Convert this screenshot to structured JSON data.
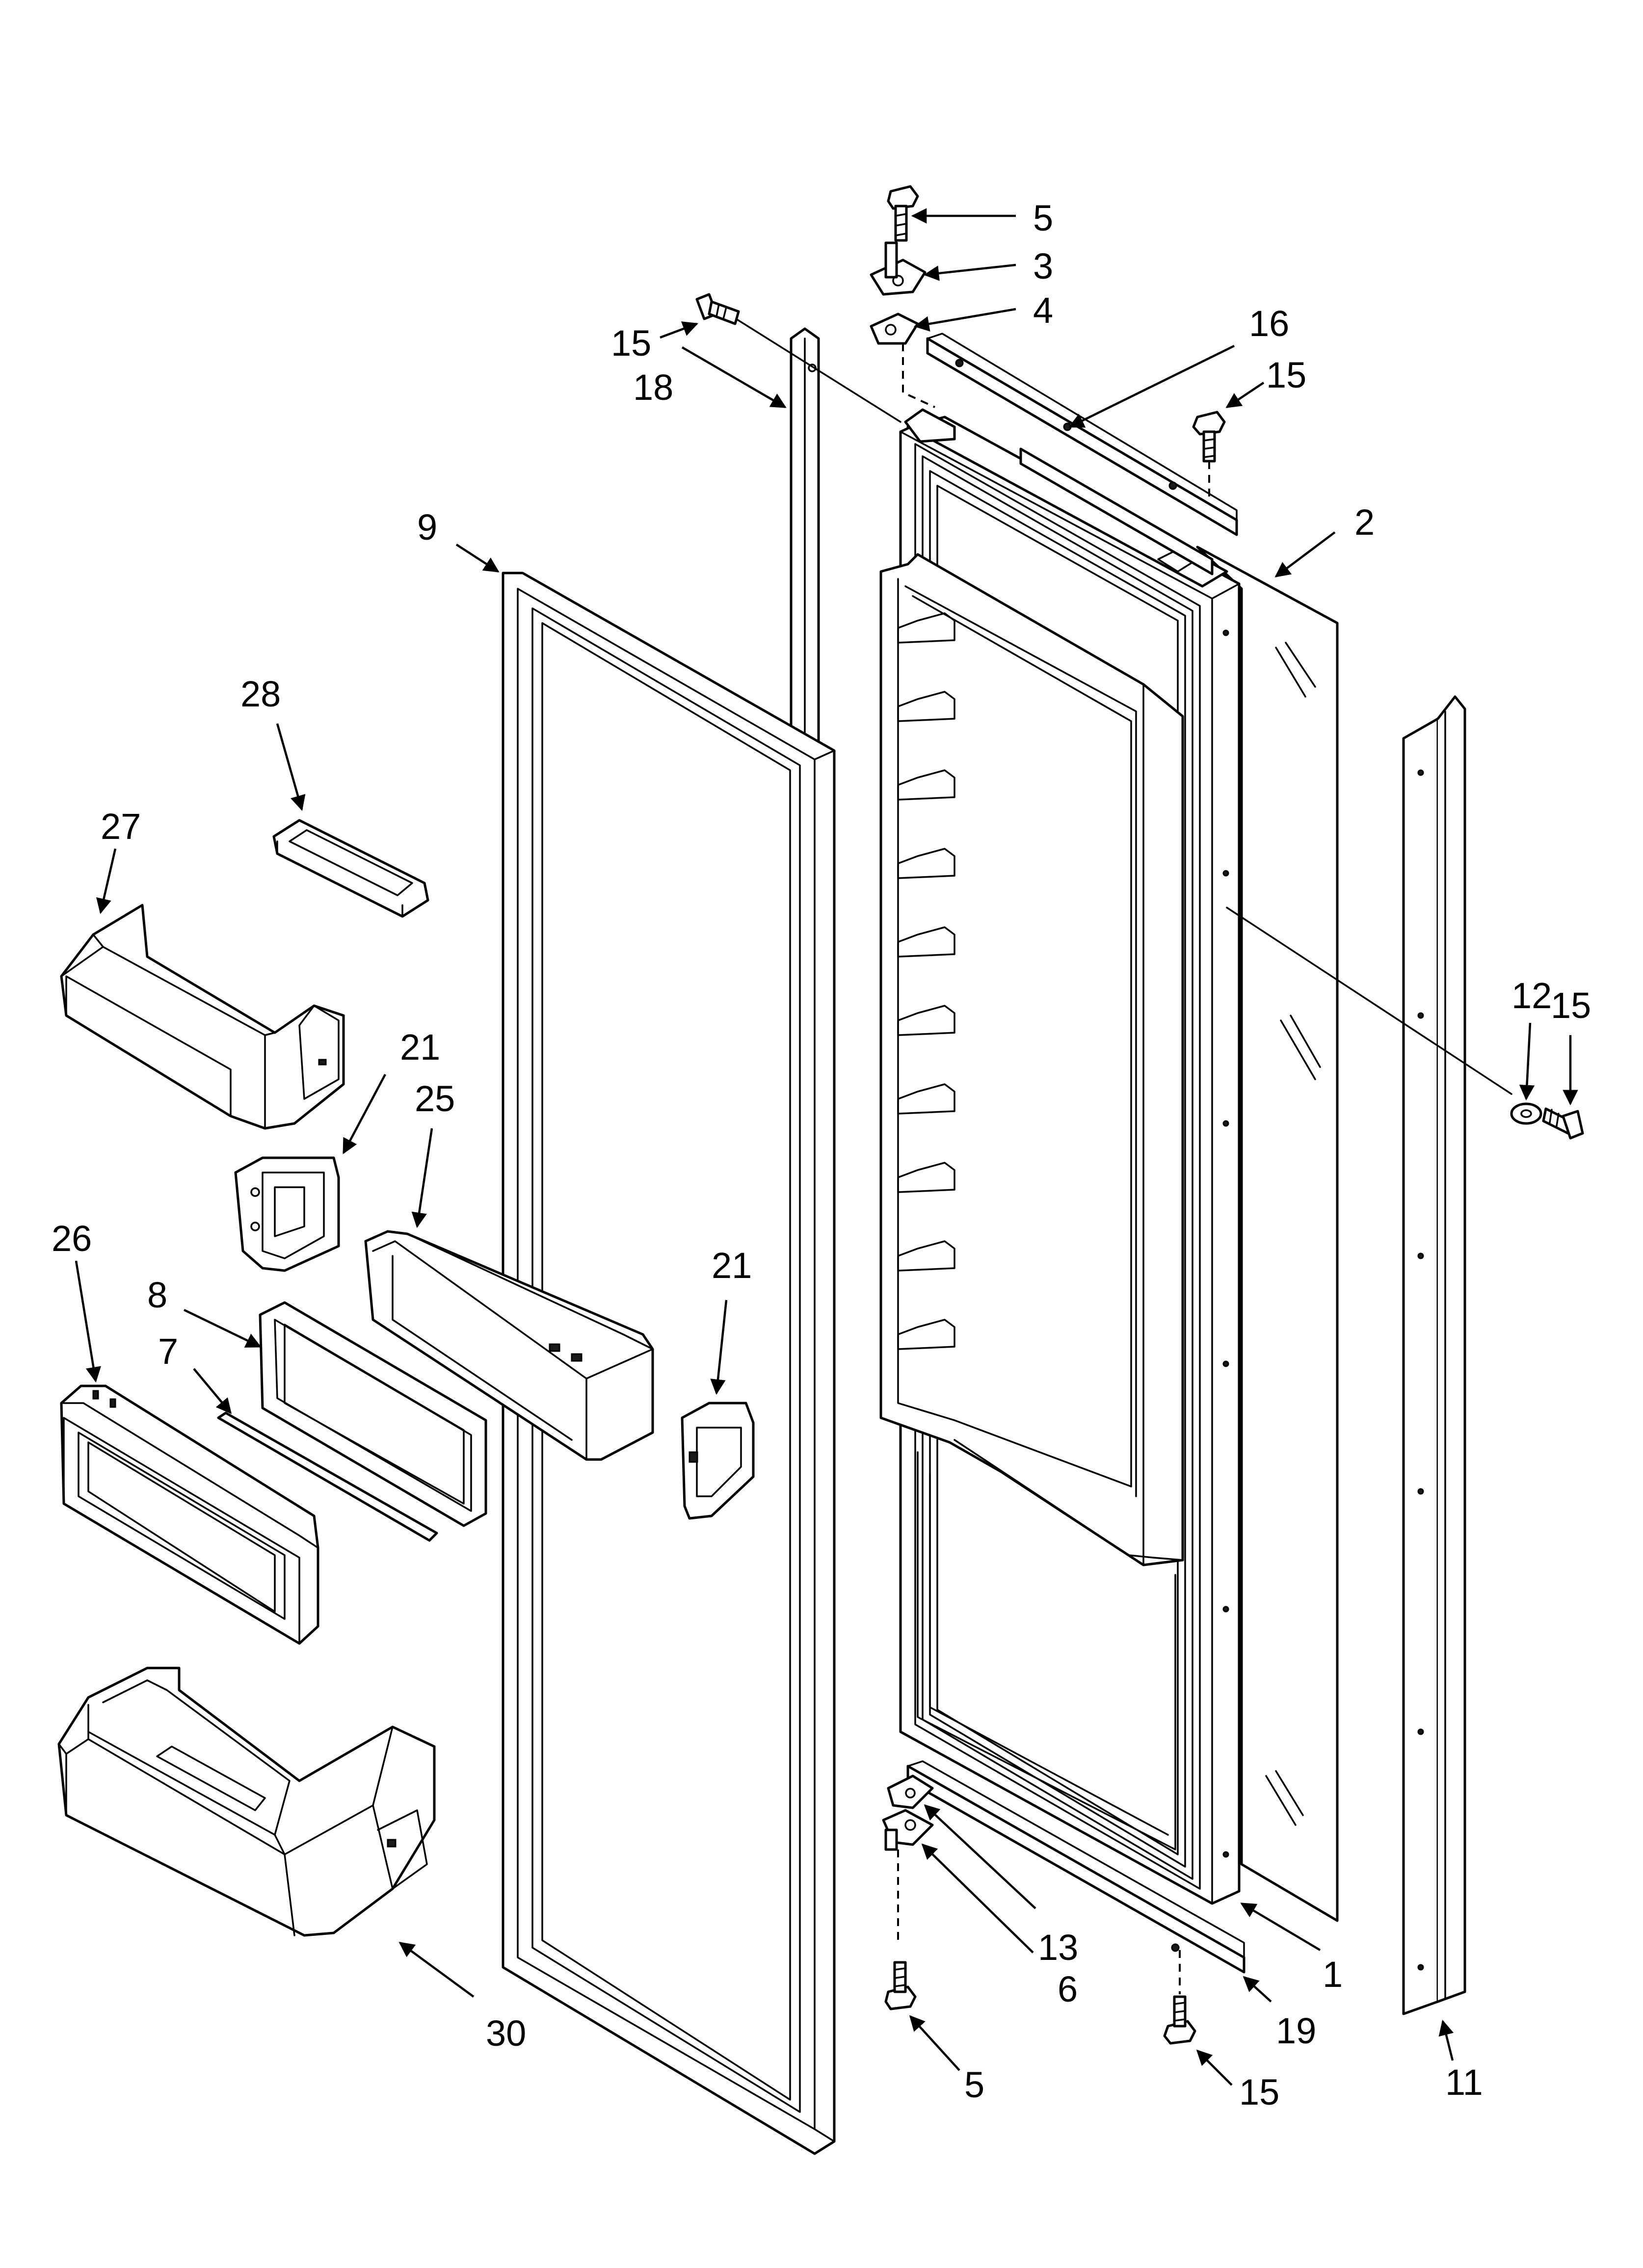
{
  "callouts": {
    "c1": "1",
    "c2": "2",
    "c3": "3",
    "c4": "4",
    "c5_top": "5",
    "c5_bottom": "5",
    "c6": "6",
    "c7": "7",
    "c8": "8",
    "c9": "9",
    "c11": "11",
    "c12": "12",
    "c13": "13",
    "c15_top_left": "15",
    "c15_top_right": "15",
    "c15_right": "15",
    "c15_bottom": "15",
    "c16": "16",
    "c18": "18",
    "c19": "19",
    "c21_left": "21",
    "c21_right": "21",
    "c25": "25",
    "c26": "26",
    "c27": "27",
    "c28": "28",
    "c30": "30"
  },
  "colors": {
    "line": "#000000",
    "background": "#ffffff"
  }
}
